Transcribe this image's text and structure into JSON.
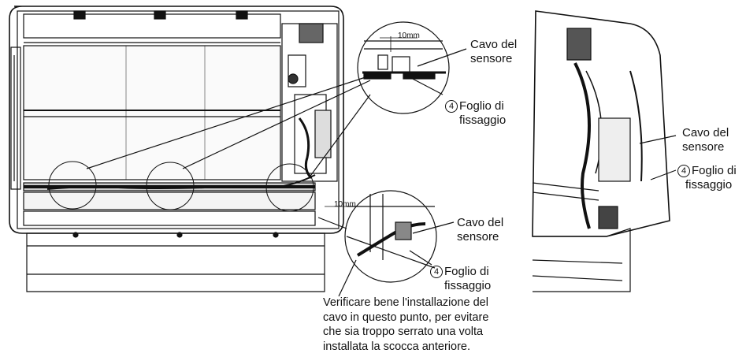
{
  "labels": {
    "sensor_cable_1": [
      "Cavo del",
      "sensore"
    ],
    "fixing_sheet_1": [
      "Foglio di",
      "fissaggio"
    ],
    "sensor_cable_2": [
      "Cavo del",
      "sensore"
    ],
    "fixing_sheet_2": [
      "Foglio di",
      "fissaggio"
    ],
    "sensor_cable_3": [
      "Cavo del",
      "sensore"
    ],
    "fixing_sheet_3": [
      "Foglio di",
      "fissaggio"
    ],
    "part_number": "4",
    "dimension_top": "10mm",
    "dimension_bottom": "10mm"
  },
  "note": [
    "Verificare bene l'installazione del",
    "cavo in questo punto, per evitare",
    "che sia troppo serrato una volta",
    "installata la scocca anteriore."
  ]
}
